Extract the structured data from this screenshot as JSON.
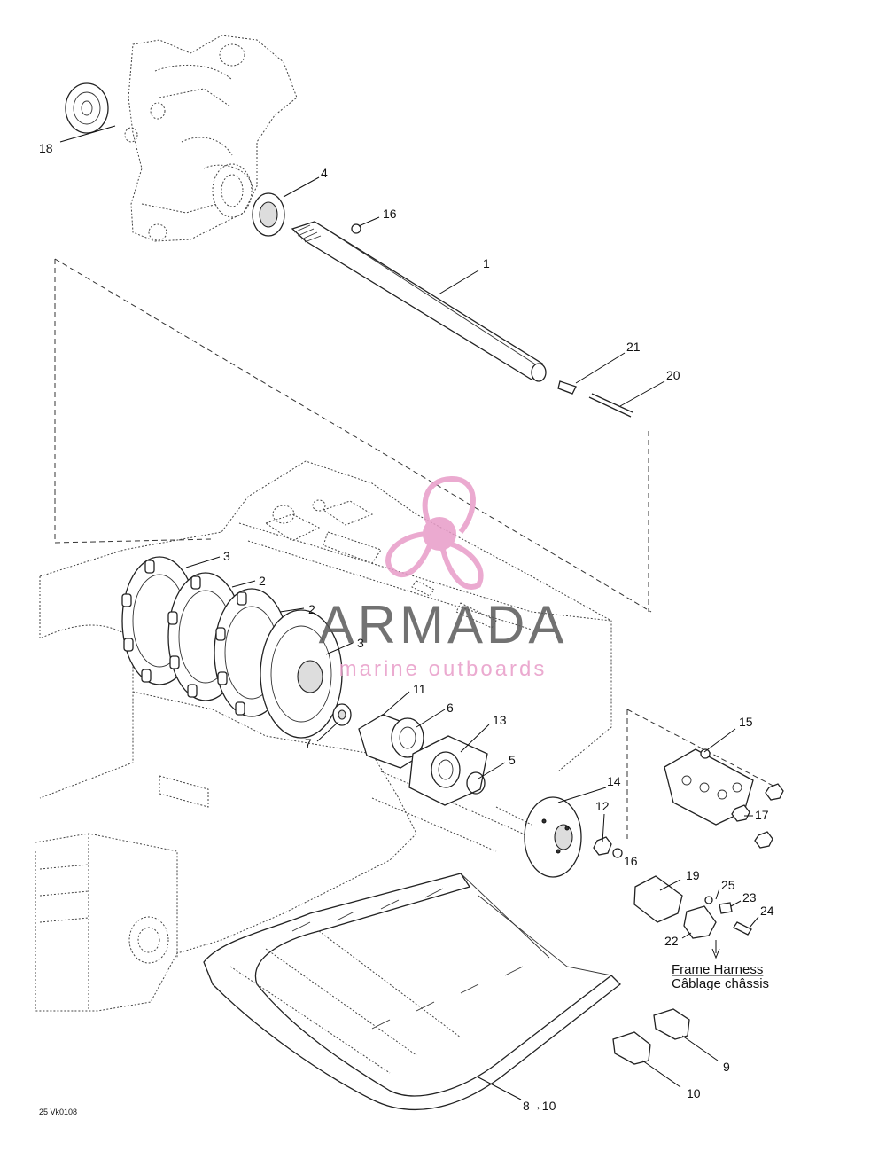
{
  "diagram": {
    "callouts": [
      "1",
      "2",
      "2",
      "3",
      "3",
      "4",
      "5",
      "6",
      "7",
      "8→10",
      "9",
      "10",
      "11",
      "12",
      "13",
      "14",
      "15",
      "16",
      "16",
      "17",
      "18",
      "19",
      "20",
      "21",
      "22",
      "23",
      "24",
      "25"
    ],
    "harness_label_en": "Frame Harness",
    "harness_label_fr": "Câblage châssis",
    "figure_code": "25 Vk0108"
  },
  "watermark": {
    "title": "ARMADA",
    "subtitle": "marine outboards",
    "logo_icon": "propeller-icon",
    "logo_color": "#e89cc8",
    "title_color": "#5a5a5a"
  }
}
